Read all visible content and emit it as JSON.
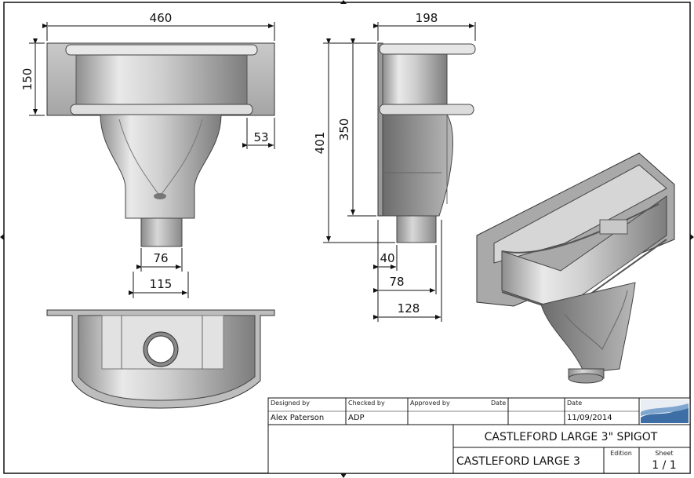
{
  "dimensions": {
    "top_width": "460",
    "top_height": "150",
    "offset_right": "53",
    "spigot_inner": "76",
    "spigot_outer": "115",
    "side_width": "198",
    "side_height_total": "401",
    "side_height_body": "350",
    "side_spigot_inner": "40",
    "side_spigot_mid": "78",
    "side_spigot_outer": "128"
  },
  "title_block": {
    "designed_by_label": "Designed by",
    "designed_by": "Alex Paterson",
    "checked_by_label": "Checked by",
    "checked_by": "ADP",
    "approved_by_label": "Approved by",
    "date_label_1": "Date",
    "date_label_2": "Date",
    "date": "11/09/2014",
    "title": "CASTLEFORD LARGE  3\" SPIGOT",
    "part_name": "CASTLEFORD LARGE 3",
    "edition_label": "Edition",
    "sheet_label": "Sheet",
    "sheet": "1 / 1"
  }
}
